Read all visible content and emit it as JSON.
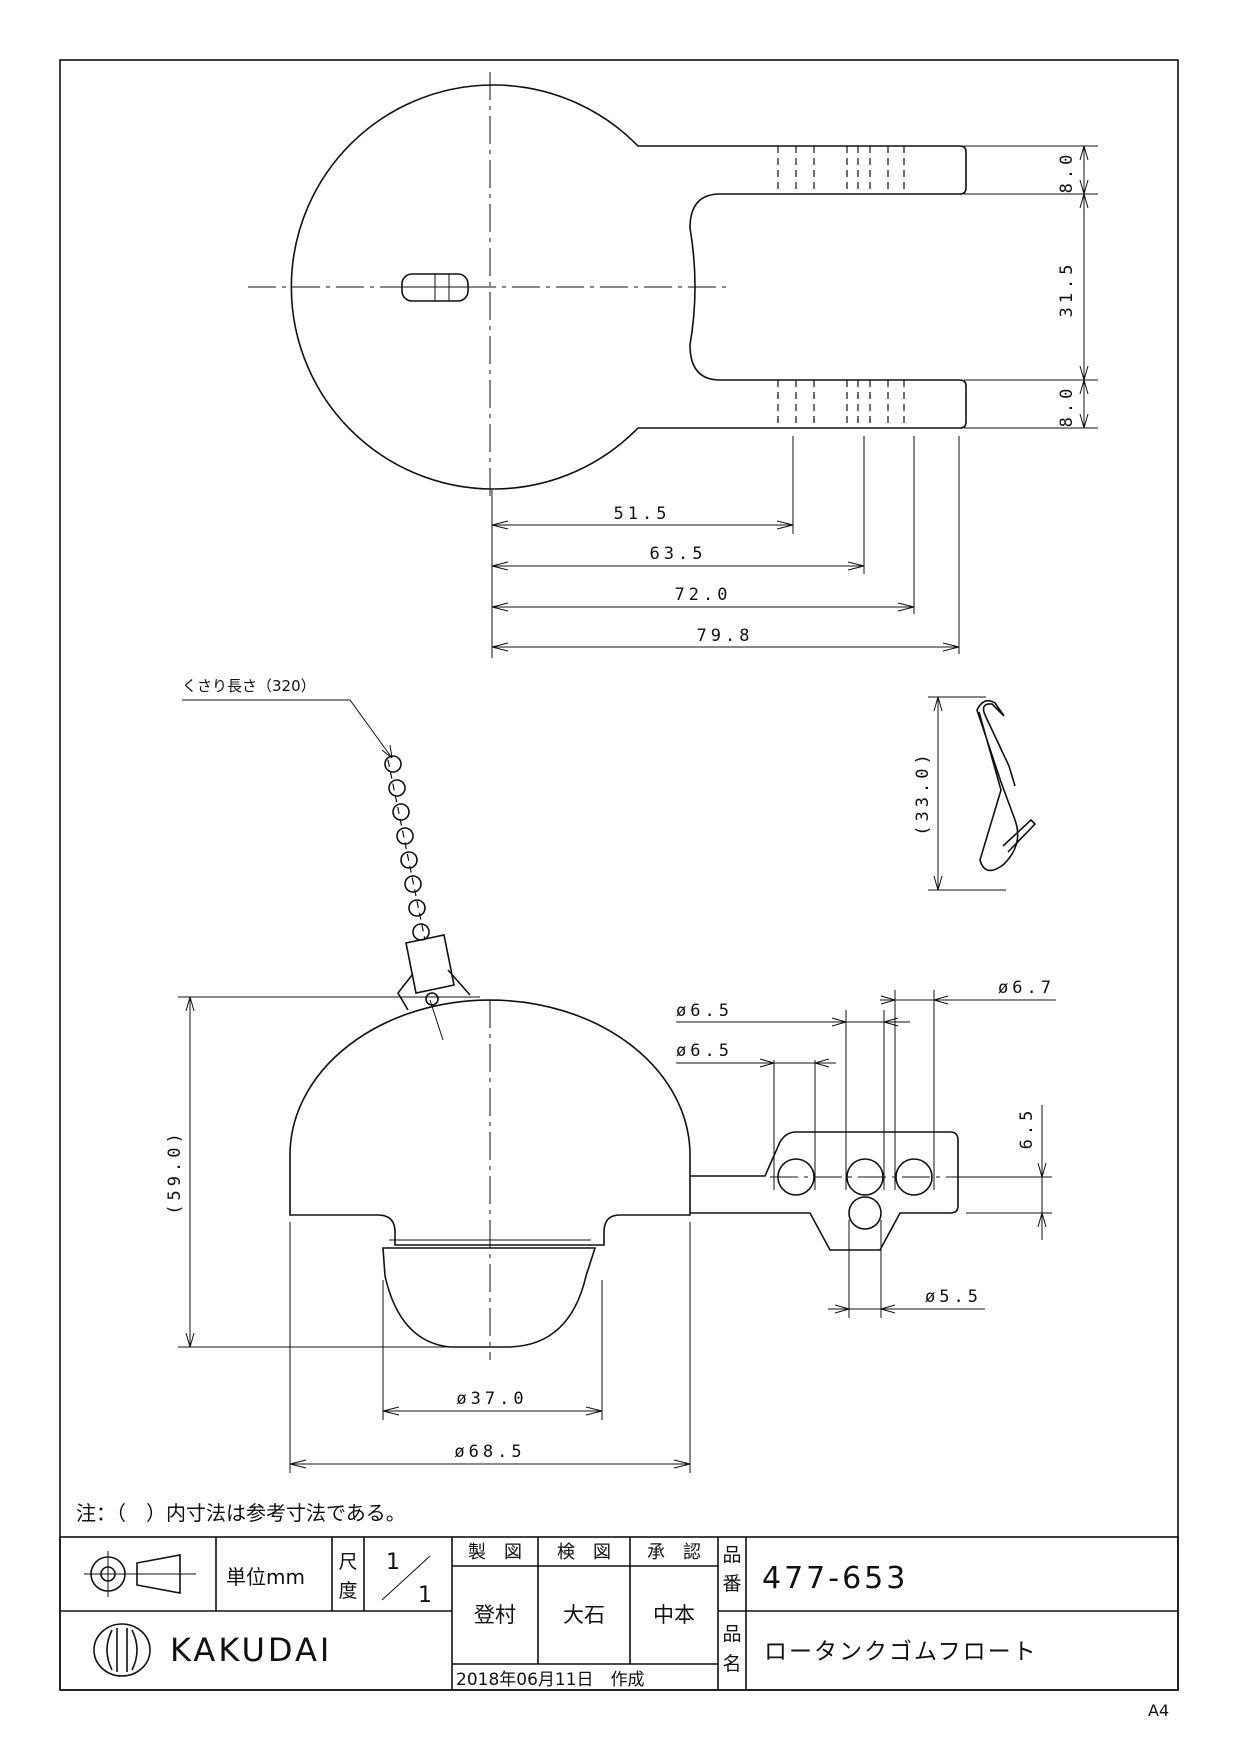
{
  "dimensions": {
    "d_51_5": "51.5",
    "d_63_5": "63.5",
    "d_72_0": "72.0",
    "d_79_8": "79.8",
    "d_8_0_top": "8.0",
    "d_31_5": "31.5",
    "d_8_0_bottom": "8.0",
    "d_33_0": "(33.0)",
    "d_59_0": "(59.0)",
    "d_dia_37_0": "ø37.0",
    "d_dia_68_5": "ø68.5",
    "d_dia_6_5_a": "ø6.5",
    "d_dia_6_5_b": "ø6.5",
    "d_dia_6_7": "ø6.7",
    "d_dia_5_5": "ø5.5",
    "d_6_5": "6.5"
  },
  "annotations": {
    "chain_length": "くさり長さ（320）",
    "note": "注：（　）内寸法は参考寸法である。"
  },
  "title_block": {
    "unit": "単位mm",
    "scale_label_1": "尺",
    "scale_label_2": "度",
    "scale_num": "1",
    "scale_den": "1",
    "drawn_header": "製　図",
    "checked_header": "検　図",
    "approved_header": "承　認",
    "drawn_by": "登村",
    "checked_by": "大石",
    "approved_by": "中本",
    "part_no_label_1": "品",
    "part_no_label_2": "番",
    "part_no": "477-653",
    "part_name_label_1": "品",
    "part_name_label_2": "名",
    "part_name": "ロータンクゴムフロート",
    "date": "2018年06月11日　作成",
    "company": "KAKUDAI",
    "paper_size": "A4"
  }
}
